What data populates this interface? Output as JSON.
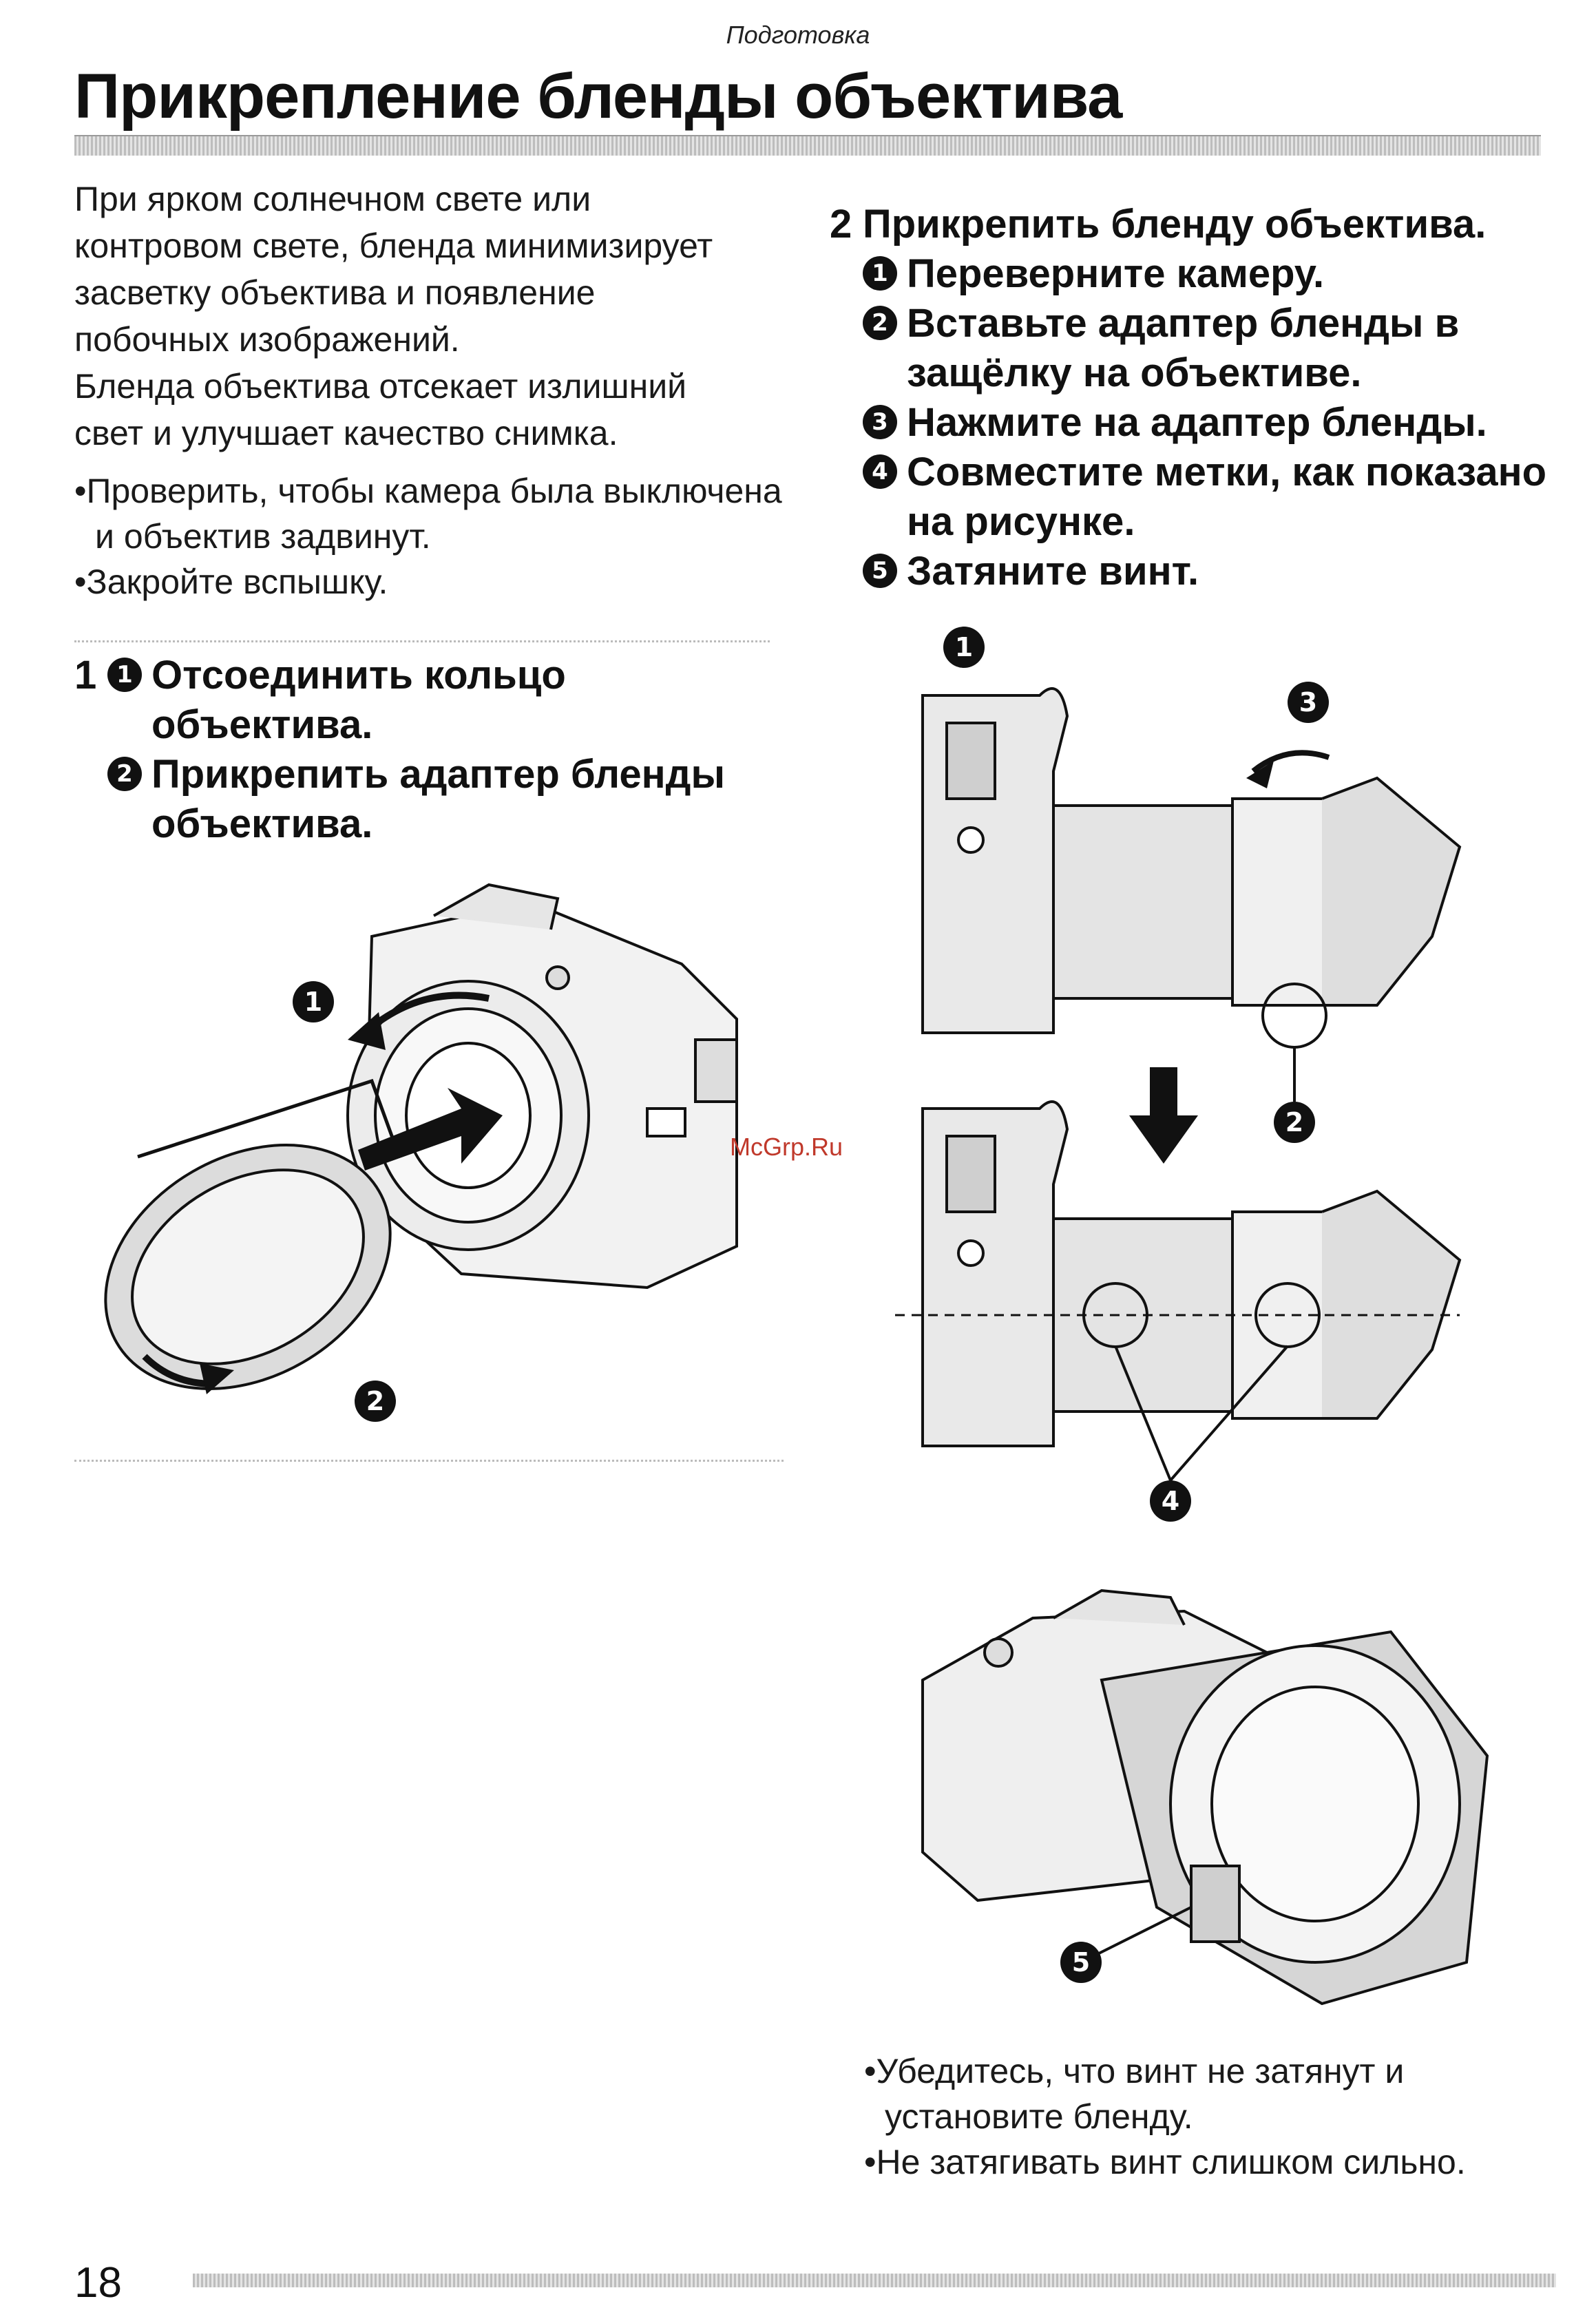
{
  "header": {
    "section": "Подготовка",
    "title": "Прикрепление бленды объектива"
  },
  "intro": {
    "lines": [
      "При ярком солнечном свете или",
      "контровом свете, бленда минимизирует",
      "засветку объектива и появление",
      "побочных изображений.",
      "Бленда объектива отсекает излишний",
      "свет и улучшает качество снимка."
    ]
  },
  "bullets": [
    "•Проверить, чтобы камера была выключена и объектив задвинут.",
    "•Закройте вспышку."
  ],
  "step1": {
    "number": "1",
    "items": [
      {
        "marker": "1",
        "text": "Отсоединить кольцо объектива."
      },
      {
        "marker": "2",
        "text": "Прикрепить адаптер бленды объектива."
      }
    ]
  },
  "step2": {
    "number": "2",
    "title": "Прикрепить бленду объектива.",
    "items": [
      {
        "marker": "1",
        "text": "Переверните камеру."
      },
      {
        "marker": "2",
        "text": "Вставьте адаптер бленды в защёлку на объективе."
      },
      {
        "marker": "3",
        "text": "Нажмите на адаптер бленды."
      },
      {
        "marker": "4",
        "text": "Совместите метки, как показано на рисунке."
      },
      {
        "marker": "5",
        "text": "Затяните винт."
      }
    ]
  },
  "figure_markers": {
    "fig1_a": "1",
    "fig1_b": "2",
    "fig2_main": "1",
    "fig2_push": "3",
    "fig2_latch": "2",
    "fig3_marks": "4",
    "fig4_screw": "5"
  },
  "notes": [
    "•Убедитесь, что винт не затянут и установите бленду.",
    "•Не затягивать винт слишком сильно."
  ],
  "watermark": "McGrp.Ru",
  "footer": {
    "page_number": "18"
  }
}
